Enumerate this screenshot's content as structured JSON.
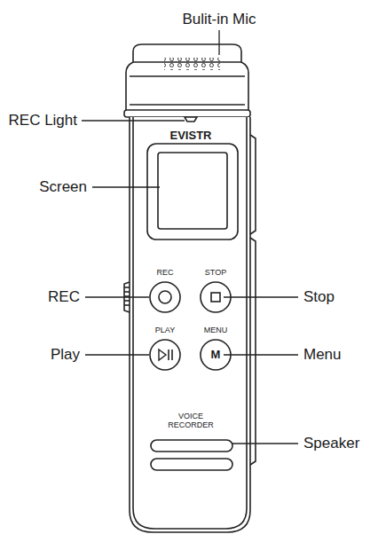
{
  "diagram": {
    "labels": [
      "Bulit-in Mic",
      "REC Light",
      "EVISTR",
      "Screen",
      "REC",
      "STOP",
      "REC",
      "Stop",
      "PLAY",
      "MENU",
      "Play",
      "M",
      "Menu",
      "VOICE RECORDER",
      "Speaker"
    ]
  }
}
